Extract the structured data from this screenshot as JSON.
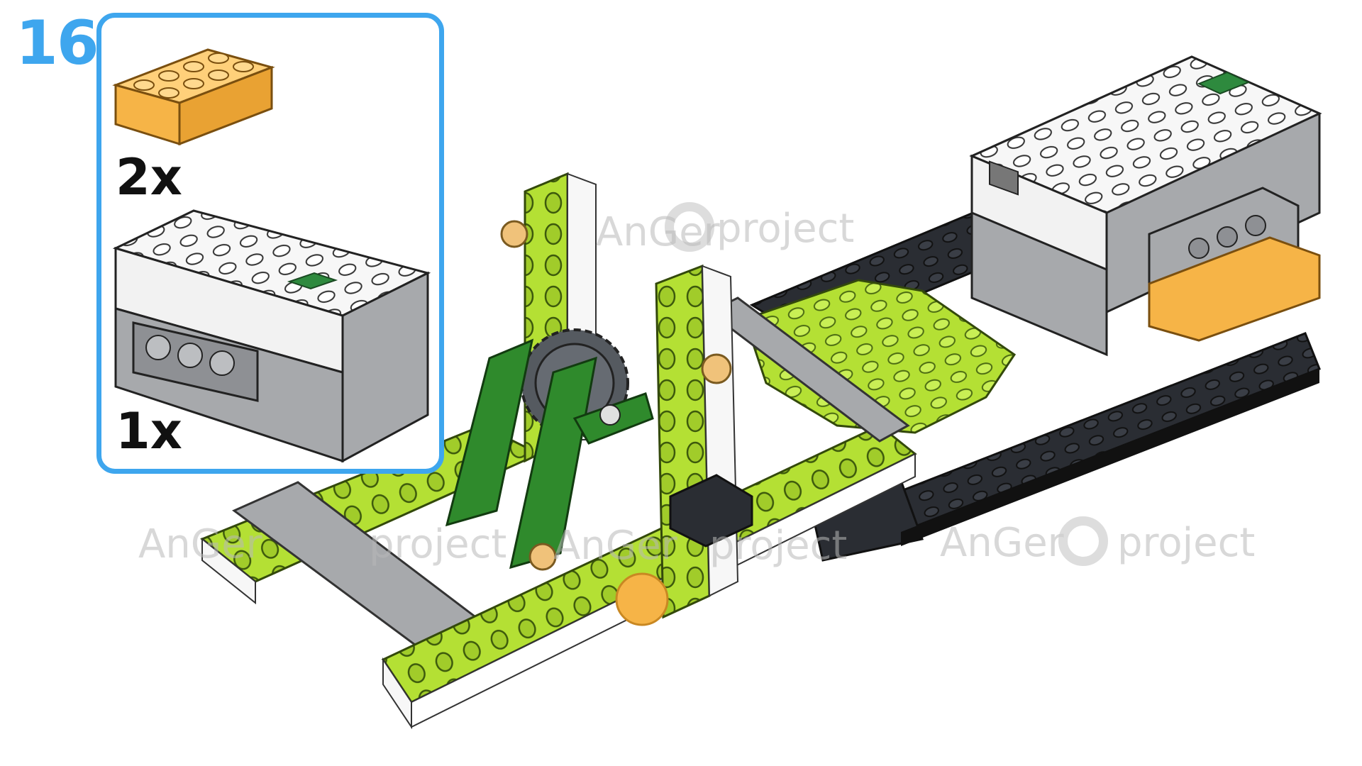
{
  "step": {
    "number": "16"
  },
  "parts_list": [
    {
      "quantity": "2x",
      "part": "orange-2x4-brick"
    },
    {
      "quantity": "1x",
      "part": "smarthub"
    }
  ],
  "watermark": {
    "brand": "AnGer",
    "suffix": "project"
  },
  "colors": {
    "accent_blue": "#3ea6ee",
    "lime": "#b4e034",
    "dark_green": "#2f8a2c",
    "orange": "#f6b447",
    "black_plate": "#2a2d33",
    "gray": "#a7a9ac",
    "white": "#f7f7f7"
  }
}
